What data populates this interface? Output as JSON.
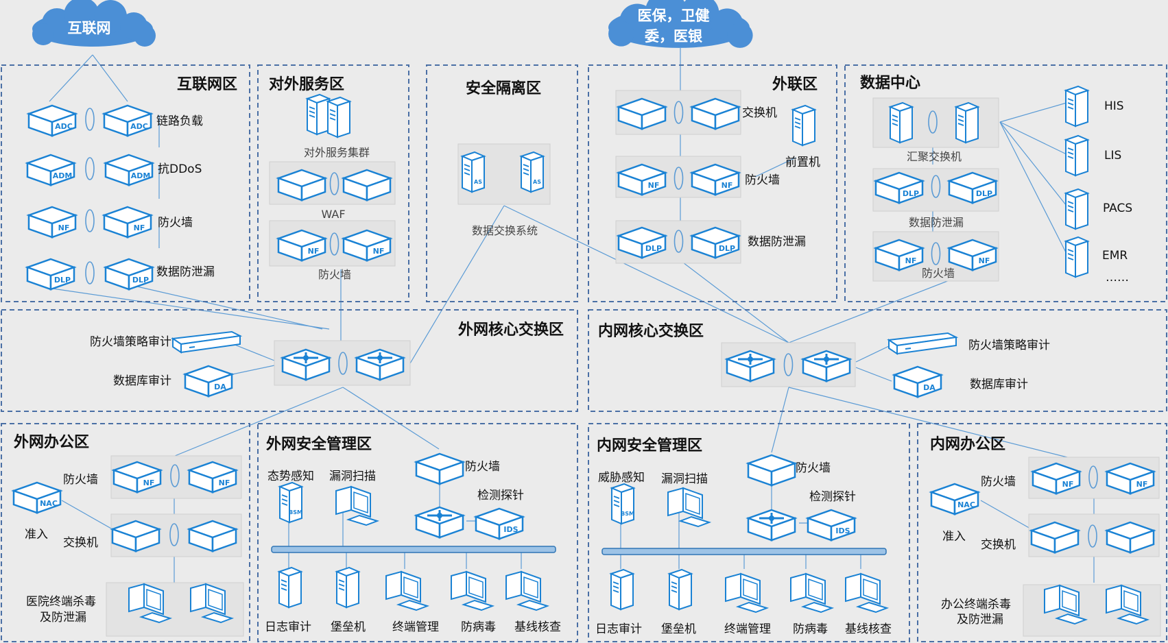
{
  "clouds": {
    "internet": {
      "label": "互联网"
    },
    "medical": {
      "line1": "医保，卫健",
      "line2": "委，医银"
    }
  },
  "zones": {
    "internet_zone": "互联网区",
    "public_service": "对外服务区",
    "isolation": "安全隔离区",
    "extranet": "外联区",
    "datacenter": "数据中心",
    "ext_core": "外网核心交换区",
    "int_core": "内网核心交换区",
    "ext_office": "外网办公区",
    "ext_secmgmt": "外网安全管理区",
    "int_secmgmt": "内网安全管理区",
    "int_office": "内网办公区"
  },
  "devices": {
    "internet_zone": {
      "link_lb": "链路负载",
      "anti_ddos": "抗DDoS",
      "firewall": "防火墙",
      "dlp": "数据防泄漏"
    },
    "public_service": {
      "cluster": "对外服务集群",
      "waf": "WAF",
      "firewall": "防火墙"
    },
    "isolation": {
      "exchange": "数据交换系统"
    },
    "extranet": {
      "switch": "交换机",
      "frontend": "前置机",
      "firewall": "防火墙",
      "dlp": "数据防泄漏"
    },
    "datacenter": {
      "agg_switch": "汇聚交换机",
      "dlp": "数据防泄漏",
      "firewall": "防火墙",
      "systems": [
        "HIS",
        "LIS",
        "PACS",
        "EMR"
      ],
      "more": "……"
    },
    "ext_core": {
      "fw_audit": "防火墙策略审计",
      "db_audit": "数据库审计"
    },
    "int_core": {
      "fw_audit": "防火墙策略审计",
      "db_audit": "数据库审计"
    },
    "ext_office": {
      "firewall": "防火墙",
      "nac": "准入",
      "switch": "交换机",
      "terminal_l1": "医院终端杀毒",
      "terminal_l2": "及防泄漏"
    },
    "ext_secmgmt": {
      "situation": "态势感知",
      "vuln": "漏洞扫描",
      "firewall": "防火墙",
      "probe": "检测探针",
      "bottom": [
        "日志审计",
        "堡垒机",
        "终端管理",
        "防病毒",
        "基线核查"
      ]
    },
    "int_secmgmt": {
      "threat": "威胁感知",
      "vuln": "漏洞扫描",
      "firewall": "防火墙",
      "probe": "检测探针",
      "bottom": [
        "日志审计",
        "堡垒机",
        "终端管理",
        "防病毒",
        "基线核查"
      ]
    },
    "int_office": {
      "firewall": "防火墙",
      "nac": "准入",
      "switch": "交换机",
      "terminal_l1": "办公终端杀毒",
      "terminal_l2": "及防泄漏"
    }
  },
  "icons": {
    "ADC": "ADC",
    "ADM": "ADM",
    "NF": "NF",
    "DLP": "DLP",
    "DA": "DA",
    "NAC": "NAC",
    "IDS": "IDS",
    "AS": "AS",
    "BSM": "BSM"
  },
  "colors": {
    "device": "#1a82d4",
    "line": "#5b9bd5",
    "zone_border": "#4a6fa5",
    "cloud": "#4b8fd6",
    "background": "#ebebeb"
  }
}
